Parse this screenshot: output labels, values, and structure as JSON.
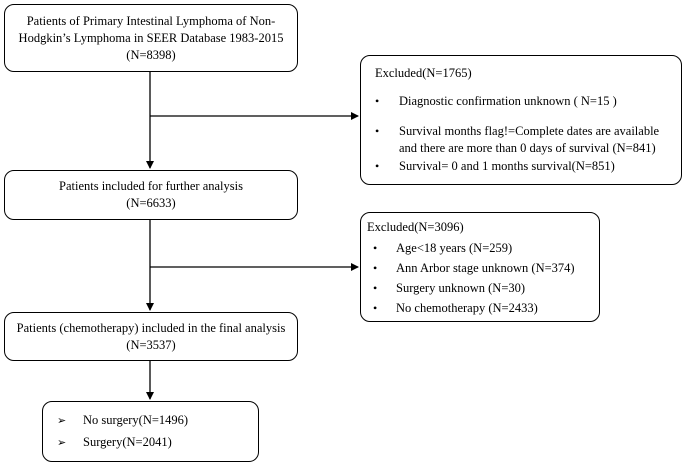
{
  "box1": {
    "lines": [
      "Patients of Primary Intestinal Lymphoma of Non-",
      "Hodgkin’s Lymphoma in SEER Database 1983-2015",
      "(N=8398)"
    ]
  },
  "excluded1": {
    "title": "Excluded(N=1765)",
    "items": [
      {
        "bullet": "•",
        "lines": [
          "Diagnostic confirmation unknown ( N=15 )"
        ]
      },
      {
        "bullet": "•",
        "lines": [
          "Survival months flag!=Complete dates are available",
          "and there are more than 0 days of survival (N=841)"
        ]
      },
      {
        "bullet": "•",
        "lines": [
          "Survival= 0 and 1 months survival(N=851)"
        ]
      }
    ]
  },
  "box2": {
    "lines": [
      "Patients included for further analysis",
      "(N=6633)"
    ]
  },
  "excluded2": {
    "title": "Excluded(N=3096)",
    "items": [
      {
        "bullet": "•",
        "lines": [
          "Age<18 years (N=259)"
        ]
      },
      {
        "bullet": "•",
        "lines": [
          "Ann Arbor stage unknown (N=374)"
        ]
      },
      {
        "bullet": "•",
        "lines": [
          "Surgery unknown (N=30)"
        ]
      },
      {
        "bullet": "•",
        "lines": [
          "No chemotherapy (N=2433)"
        ]
      }
    ]
  },
  "box3": {
    "lines": [
      "Patients (chemotherapy) included in the final analysis",
      "(N=3537)"
    ]
  },
  "box4": {
    "items": [
      {
        "bullet": "➢",
        "label": "No surgery(N=1496)"
      },
      {
        "bullet": "➢",
        "label": "Surgery(N=2041)"
      }
    ]
  }
}
